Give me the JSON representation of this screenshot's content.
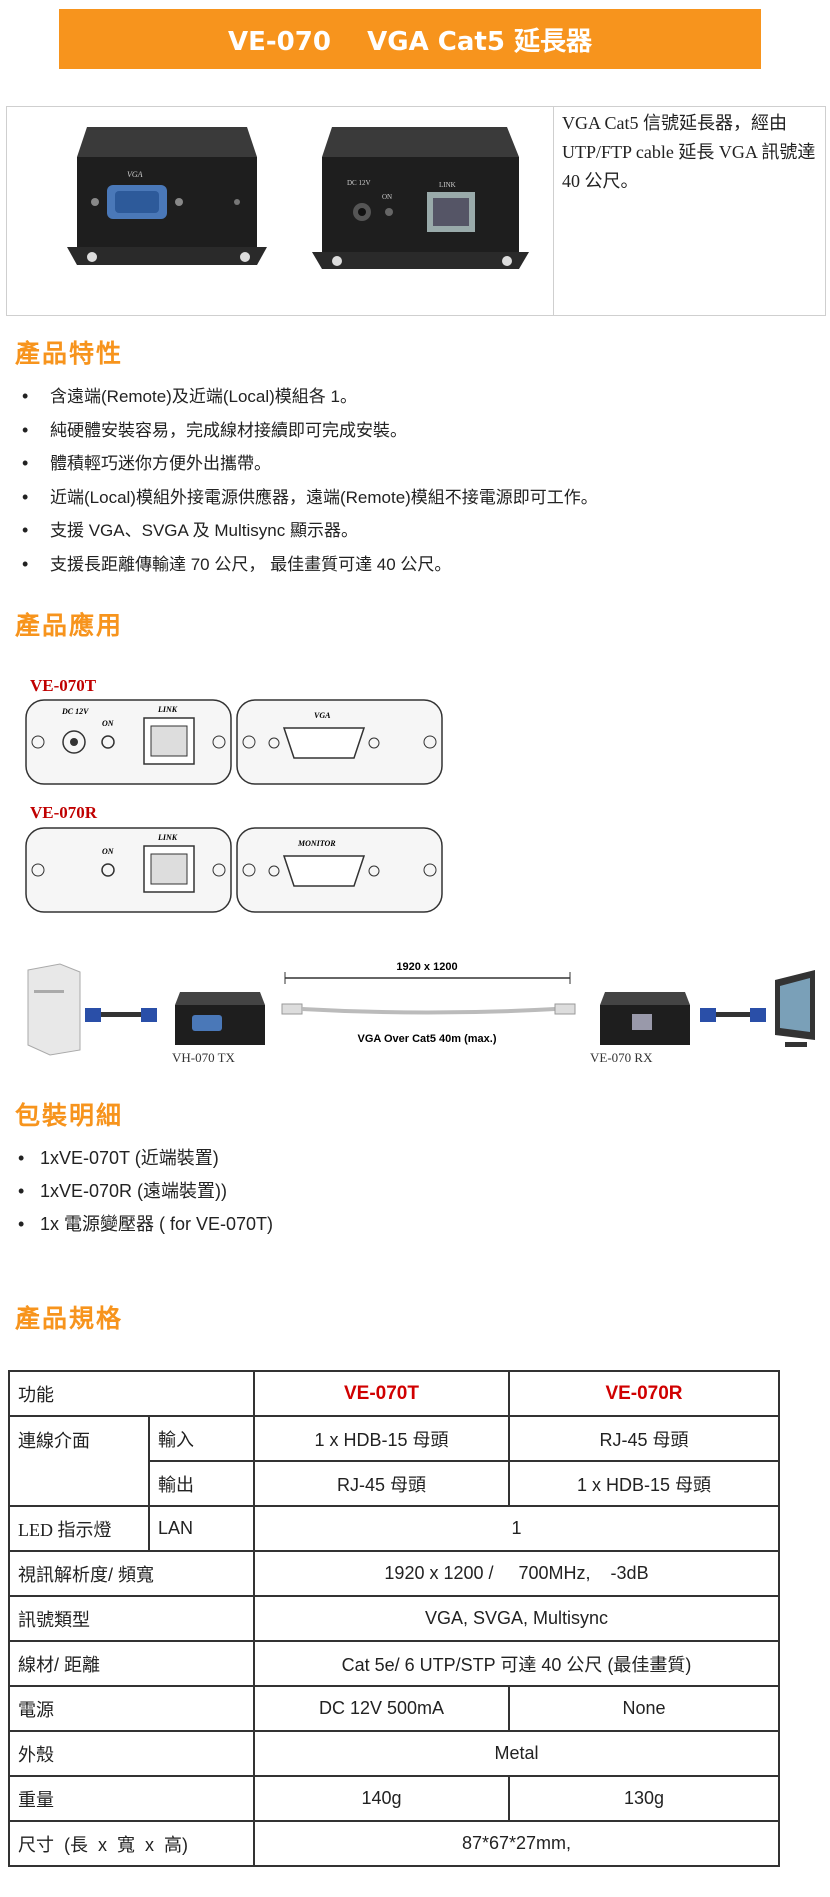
{
  "title": "VE-070    VGA Cat5 延長器",
  "intro": {
    "description": "VGA Cat5 信號延長器，經由 UTP/FTP cable  延長 VGA 訊號達 40 公尺。",
    "photo_labels": {
      "left_port": "VGA",
      "right_power": "DC 12V",
      "right_on": "ON",
      "right_link": "LINK"
    }
  },
  "features": {
    "title": "產品特性",
    "items": [
      "含遠端(Remote)及近端(Local)模組各 1。",
      "純硬體安裝容易，完成線材接續即可完成安裝。",
      "體積輕巧迷你方便外出攜帶。",
      "近端(Local)模組外接電源供應器，遠端(Remote)模組不接電源即可工作。",
      "支援 VGA、SVGA 及 Multisync 顯示器。",
      "支援長距離傳輸達 70 公尺，  最佳畫質可達 40 公尺。"
    ]
  },
  "application": {
    "title": "產品應用",
    "transmitter": {
      "model": "VE-070T",
      "power": "DC 12V",
      "on": "ON",
      "link": "LINK",
      "vga": "VGA"
    },
    "receiver": {
      "model": "VE-070R",
      "on": "ON",
      "link": "LINK",
      "monitor": "MONITOR"
    },
    "diagram": {
      "resolution": "1920 x 1200",
      "cable": "VGA Over Cat5   40m (max.)",
      "tx_caption": "VH-070 TX",
      "rx_caption": "VE-070 RX"
    }
  },
  "package": {
    "title": "包裝明細",
    "items": [
      "1xVE-070T (近端裝置)",
      "1xVE-070R (遠端裝置))",
      "1x 電源變壓器  ( for VE-070T)"
    ]
  },
  "specs": {
    "title": "產品規格",
    "header": {
      "function": "功能",
      "t": "VE-070T",
      "r": "VE-070R"
    },
    "interface": {
      "label": "連線介面",
      "input": "輸入",
      "output": "輸出",
      "input_t": "1 x HDB-15 母頭",
      "input_r": "RJ-45  母頭",
      "output_t": "RJ-45  母頭",
      "output_r": "1 x HDB-15  母頭"
    },
    "led": {
      "label": "LED  指示燈",
      "sub": "LAN",
      "value": "1"
    },
    "video": {
      "label": "視訊解析度/  頻寬",
      "value": "1920 x 1200 /     700MHz,    -3dB"
    },
    "signal": {
      "label": "訊號類型",
      "value": "VGA, SVGA, Multisync"
    },
    "cable": {
      "label": "線材/  距離",
      "value": "Cat 5e/ 6 UTP/STP  可達 40 公尺  (最佳畫質)"
    },
    "power": {
      "label": "電源",
      "t": "DC 12V 500mA",
      "r": "None"
    },
    "case": {
      "label": "外殼",
      "value": "Metal"
    },
    "weight": {
      "label": "重量",
      "t": "140g",
      "r": "130g"
    },
    "size": {
      "label": "尺寸  (長  x  寬  x  高)",
      "value": "87*67*27mm,"
    }
  },
  "colors": {
    "accent": "#f7941d",
    "model_red": "#c00000"
  }
}
